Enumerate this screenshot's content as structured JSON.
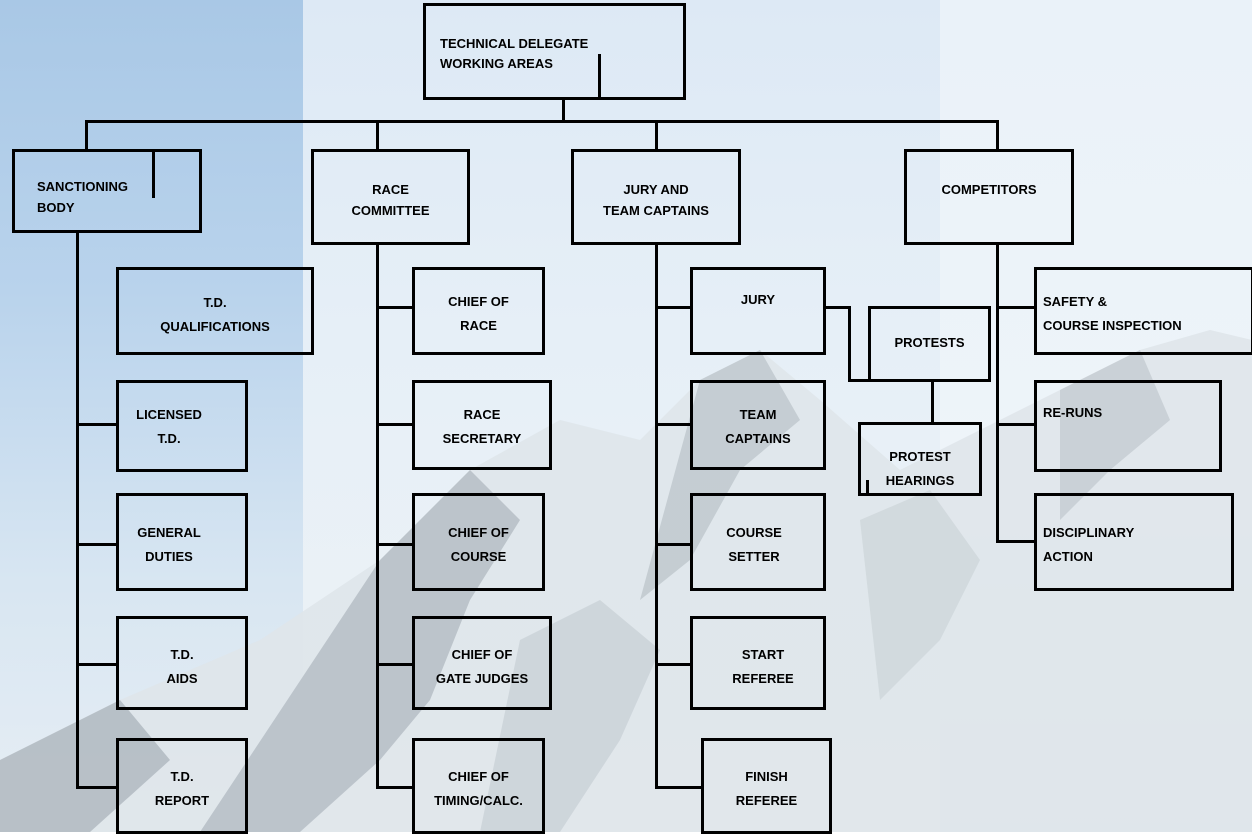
{
  "diagram": {
    "root": "TECHNICAL DELEGATE\nWORKING AREAS",
    "columns": {
      "sanctioning": {
        "title": "SANCTIONING\nBODY",
        "items": [
          "T.D.\nQUALIFICATIONS",
          "LICENSED\nT.D.",
          "GENERAL\nDUTIES",
          "T.D.\nAIDS",
          "T.D.\nREPORT"
        ]
      },
      "race": {
        "title": "RACE\nCOMMITTEE",
        "items": [
          "CHIEF OF\nRACE",
          "RACE\nSECRETARY",
          "CHIEF OF\nCOURSE",
          "CHIEF OF\nGATE JUDGES",
          "CHIEF OF\nTIMING/CALC."
        ]
      },
      "jury": {
        "title": "JURY AND\nTEAM CAPTAINS",
        "items": [
          "JURY",
          "TEAM\nCAPTAINS",
          "COURSE\nSETTER",
          "START\nREFEREE",
          "FINISH\nREFEREE"
        ],
        "protests": "PROTESTS",
        "protest_hearings": "PROTEST\nHEARINGS"
      },
      "competitors": {
        "title": "COMPETITORS",
        "items": [
          "SAFETY &\nCOURSE INSPECTION",
          "RE-RUNS",
          "DISCIPLINARY\nACTION"
        ]
      }
    }
  }
}
